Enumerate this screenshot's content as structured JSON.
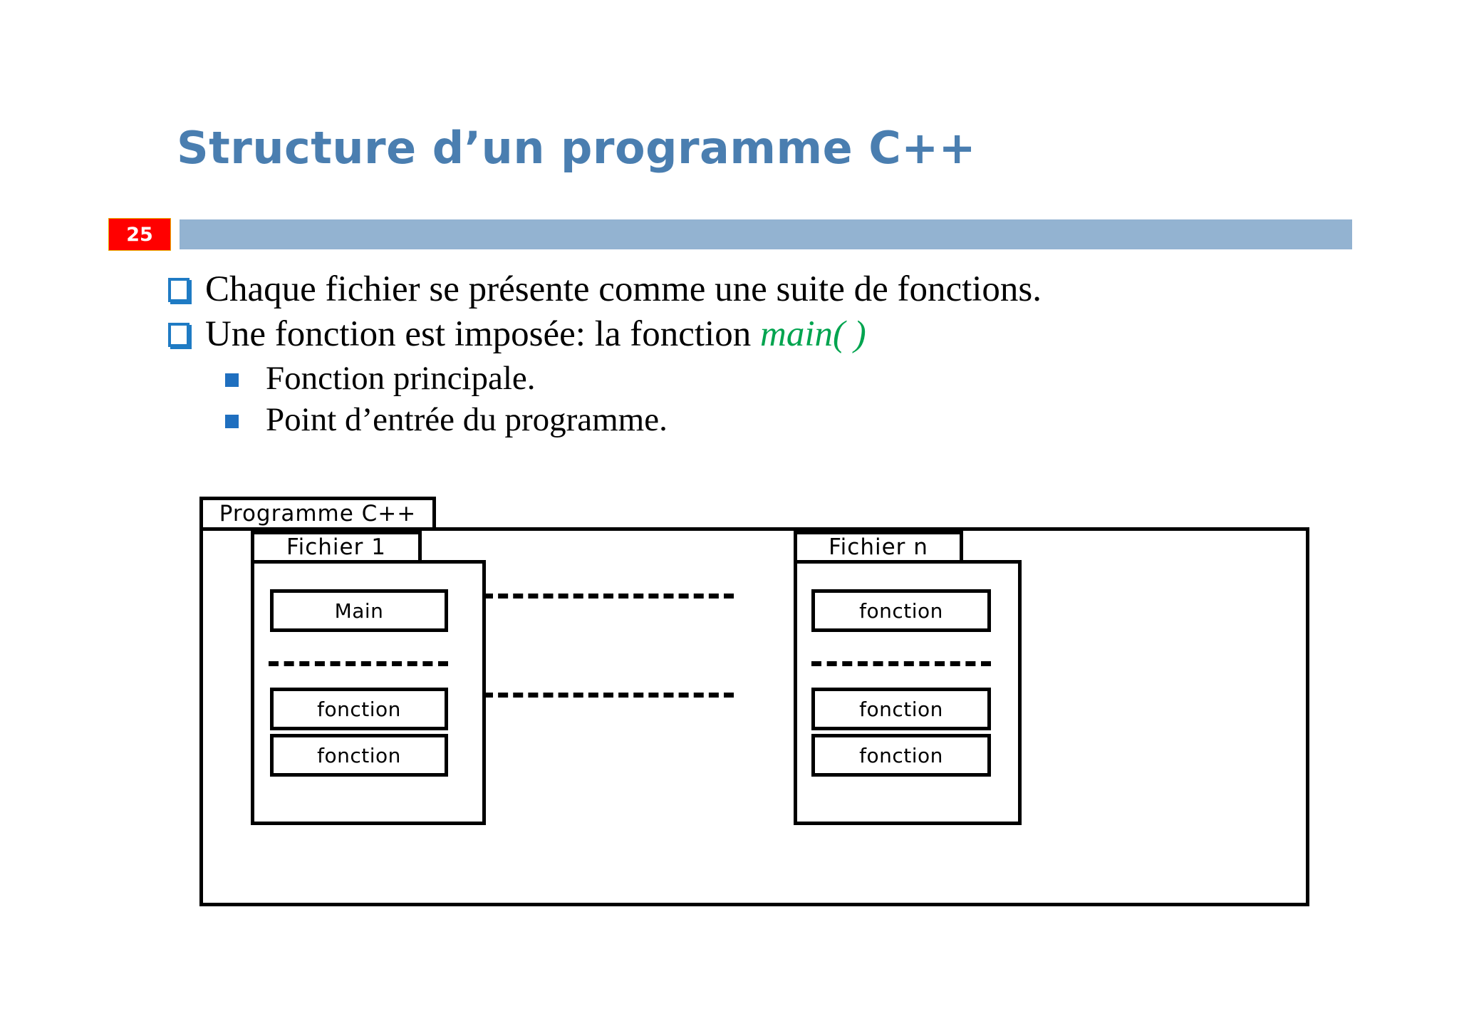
{
  "slide": {
    "title": "Structure d’un programme C++",
    "page_number": "25",
    "accent_blue": "#4A7EB0",
    "bar_blue": "#93B3D1",
    "badge_red": "#FF0000",
    "green": "#00A44F"
  },
  "bullets": {
    "level1": [
      {
        "text": "Chaque fichier se présente comme une suite de fonctions."
      },
      {
        "text_before": "Une fonction est imposée:  la fonction ",
        "code": "main( )"
      }
    ],
    "level2": [
      {
        "text": "Fonction principale."
      },
      {
        "text": "Point d’entrée du programme."
      }
    ]
  },
  "diagram": {
    "program_package": "Programme C++",
    "files": [
      {
        "name": "Fichier 1",
        "boxes": [
          {
            "label": "Main"
          },
          {
            "label": "fonction"
          },
          {
            "label": "fonction"
          }
        ]
      },
      {
        "name": "Fichier n",
        "boxes": [
          {
            "label": "fonction"
          },
          {
            "label": "fonction"
          },
          {
            "label": "fonction"
          }
        ]
      }
    ]
  }
}
